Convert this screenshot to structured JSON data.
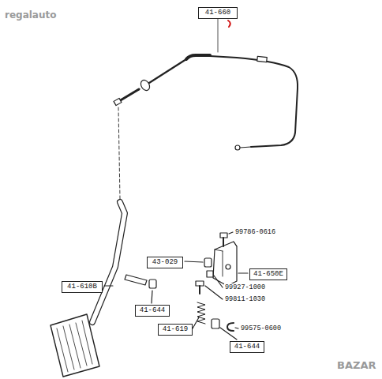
{
  "diagram": {
    "nodes": [
      {
        "text": [
          "41-660"
        ]
      },
      {
        "text": [
          "43-029"
        ]
      },
      {
        "text": [
          "41-650E"
        ]
      },
      {
        "text": [
          "41-610B"
        ]
      },
      {
        "text": [
          "41-644"
        ]
      },
      {
        "text": [
          "41-619"
        ]
      },
      {
        "text": [
          "41-644"
        ]
      }
    ],
    "labels": [
      "regalauto",
      "99786-0616",
      "99927-1000",
      "99811-1030",
      "99575-0600",
      "BAZAR"
    ]
  }
}
